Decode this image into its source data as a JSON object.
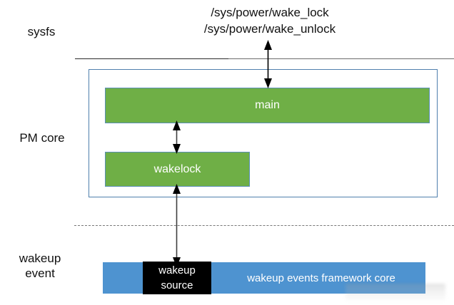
{
  "diagram": {
    "title": "Linux PM wakelock / wakeup-source layering diagram",
    "background_color": "#ffffff",
    "layers": [
      {
        "id": "sysfs",
        "label": "sysfs"
      },
      {
        "id": "pm-core",
        "label": "PM core"
      },
      {
        "id": "wakeup-event",
        "label": "wakeup\nevent"
      }
    ],
    "captions": {
      "sysfs_paths": "/sys/power/wake_lock\n/sys/power/wake_unlock"
    },
    "nodes": {
      "main": {
        "label": "main",
        "color": "#6FAF46",
        "text_color": "#ffffff"
      },
      "wakelock": {
        "label": "wakelock",
        "color": "#6FAF46",
        "text_color": "#ffffff"
      },
      "wakeup_framework": {
        "label": "wakeup events framework core",
        "color": "#4E93D0",
        "text_color": "#ffffff"
      },
      "wakeup_source": {
        "label": "wakeup\nsource",
        "color": "#000000",
        "text_color": "#ffffff"
      }
    },
    "connectors": [
      {
        "id": "sysfs-to-main",
        "from": "sysfs",
        "to": "main",
        "style": "double-arrow"
      },
      {
        "id": "main-to-wakelock",
        "from": "main",
        "to": "wakelock",
        "style": "double-arrow"
      },
      {
        "id": "wakelock-to-wakeup-source",
        "from": "wakelock",
        "to": "wakeup_source",
        "style": "double-arrow"
      }
    ],
    "dividers": [
      {
        "id": "sysfs-pm-core",
        "style": "solid",
        "color": "#6b6b6b"
      },
      {
        "id": "pm-core-wakeup-event",
        "style": "dashed",
        "color": "#777777"
      }
    ],
    "containers": {
      "pm_core": {
        "border_color": "#4f7fad"
      }
    }
  }
}
